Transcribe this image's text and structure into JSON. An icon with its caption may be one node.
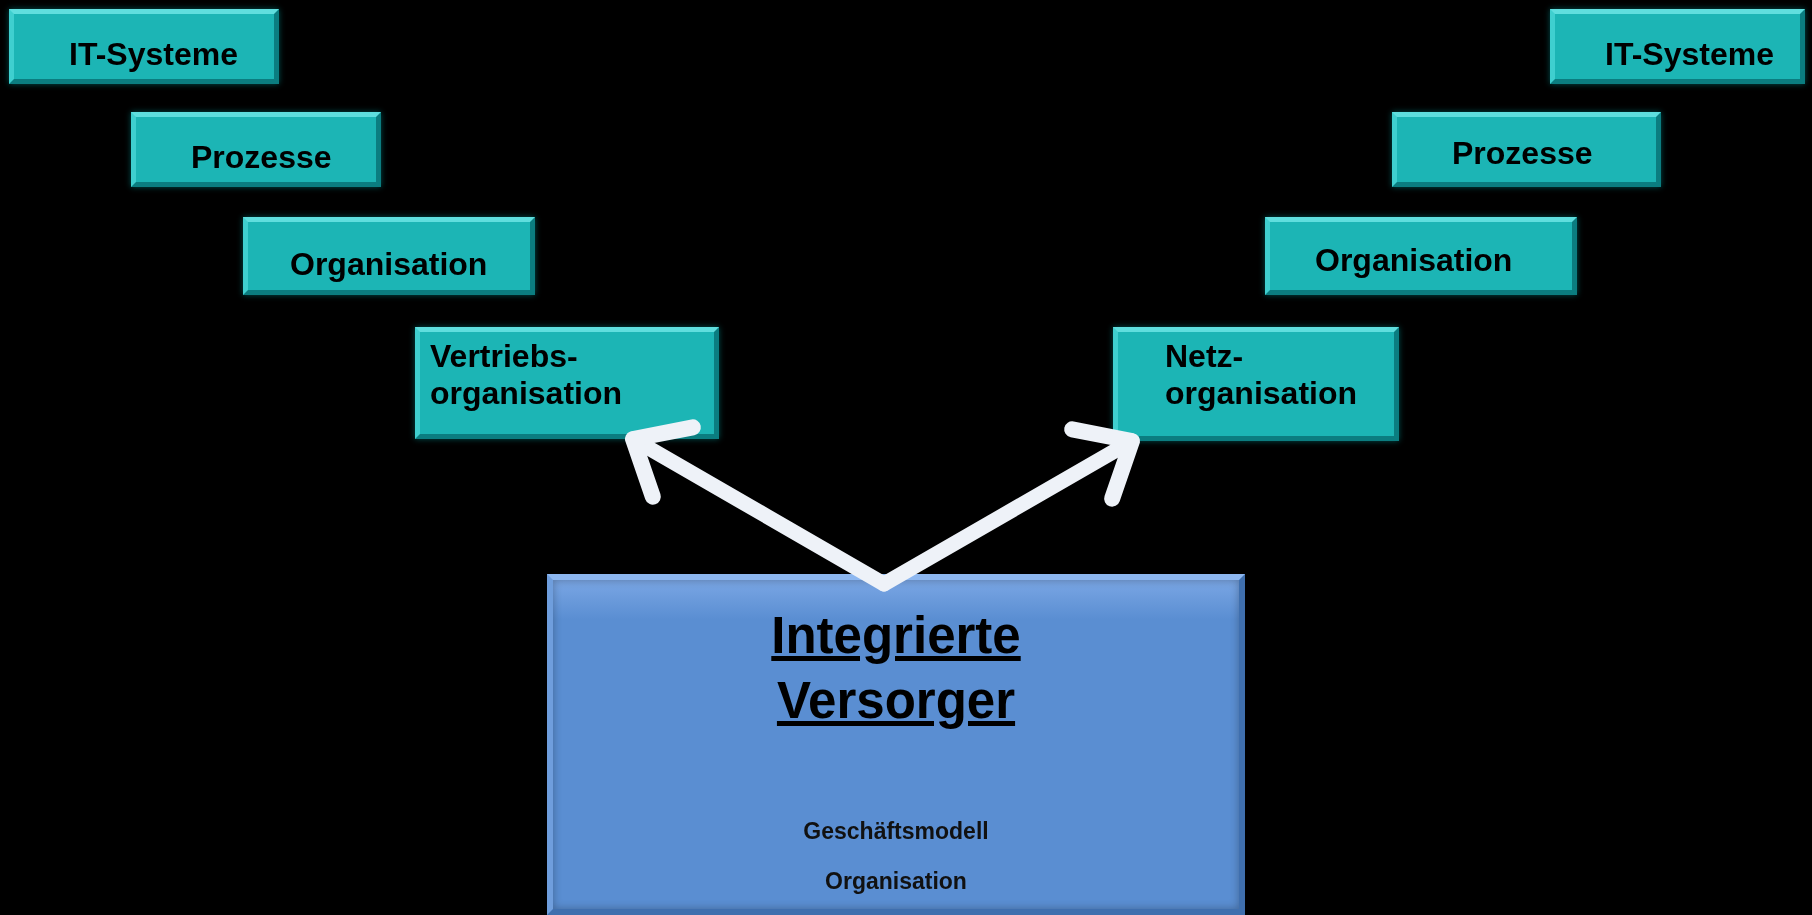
{
  "diagram": {
    "nodes": [
      {
        "text": [
          "IT-Systeme"
        ]
      },
      {
        "text": [
          "Prozesse"
        ]
      },
      {
        "text": [
          "Organisation"
        ]
      },
      {
        "text": [
          "Vertriebs- organisation"
        ]
      },
      {
        "text": [
          "IT-Systeme"
        ]
      },
      {
        "text": [
          "Prozesse"
        ]
      },
      {
        "text": [
          "Organisation"
        ]
      },
      {
        "text": [
          "Netz- organisation"
        ]
      },
      {
        "text": [
          "Integrierte Versorger",
          "Geschäftsmodell",
          "Organisation"
        ]
      }
    ],
    "edges": [
      {
        "from": 8,
        "to": 3,
        "arrow": "to"
      },
      {
        "from": 8,
        "to": 7,
        "arrow": "to"
      }
    ]
  }
}
